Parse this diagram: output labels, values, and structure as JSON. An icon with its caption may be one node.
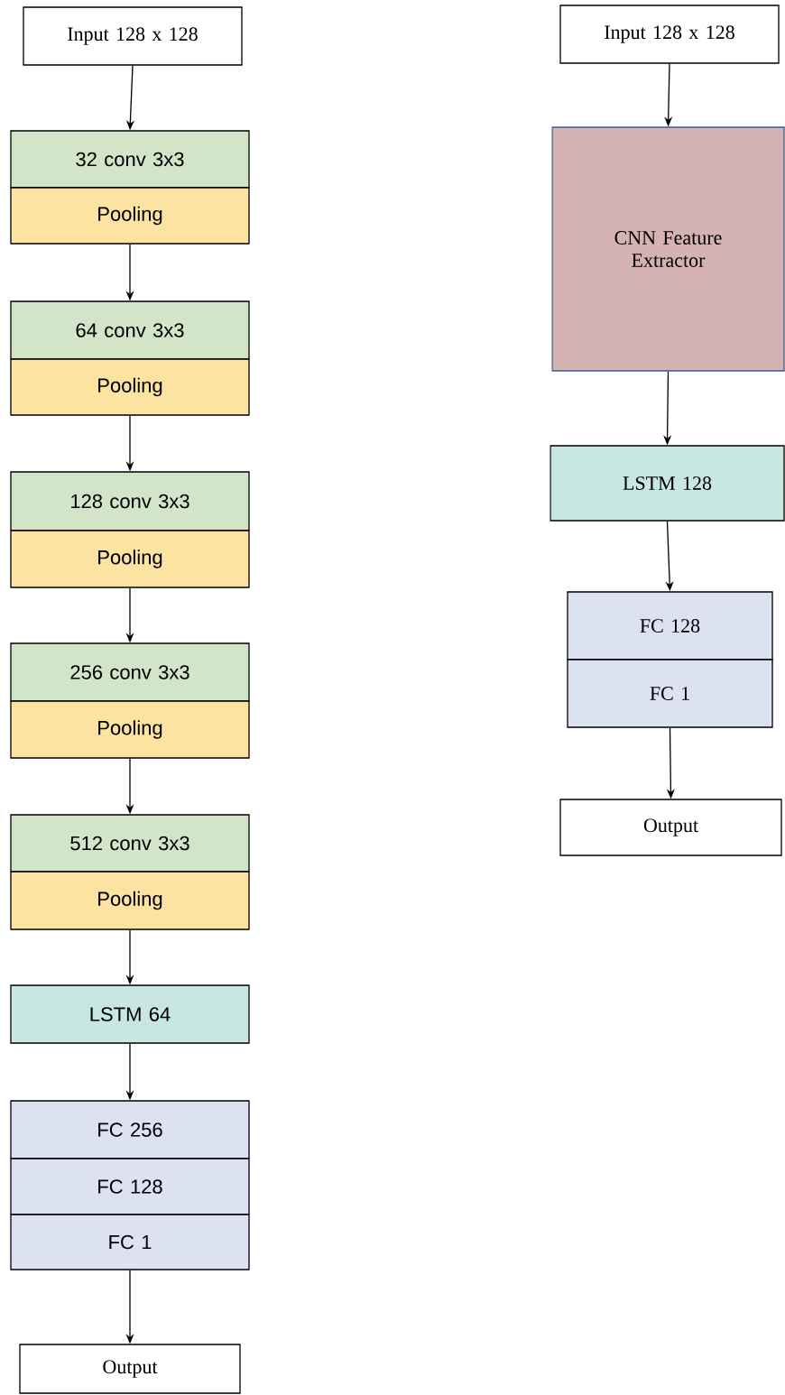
{
  "diagram": {
    "nodes": [
      {
        "text": [
          "Input 128 x 128"
        ]
      },
      {
        "text": [
          "32 conv 3x3"
        ]
      },
      {
        "text": [
          "Pooling"
        ]
      },
      {
        "text": [
          "64 conv 3x3"
        ]
      },
      {
        "text": [
          "Pooling"
        ]
      },
      {
        "text": [
          "128 conv 3x3"
        ]
      },
      {
        "text": [
          "Pooling"
        ]
      },
      {
        "text": [
          "256 conv 3x3"
        ]
      },
      {
        "text": [
          "Pooling"
        ]
      },
      {
        "text": [
          "512 conv 3x3"
        ]
      },
      {
        "text": [
          "Pooling"
        ]
      },
      {
        "text": [
          "LSTM 64"
        ]
      },
      {
        "text": [
          "FC 256"
        ]
      },
      {
        "text": [
          "FC 128"
        ]
      },
      {
        "text": [
          "FC 1"
        ]
      },
      {
        "text": [
          "Output"
        ]
      },
      {
        "text": [
          "Input 128 x 128"
        ]
      },
      {
        "text": [
          "CNN Feature Extractor"
        ]
      },
      {
        "text": [
          "LSTM 128"
        ]
      },
      {
        "text": [
          "FC 128"
        ]
      },
      {
        "text": [
          "FC 1"
        ]
      },
      {
        "text": [
          "Output"
        ]
      }
    ],
    "edges": [
      {
        "from": 0,
        "to": 1,
        "arrow": "to"
      },
      {
        "from": 2,
        "to": 3,
        "arrow": "to"
      },
      {
        "from": 4,
        "to": 5,
        "arrow": "to"
      },
      {
        "from": 6,
        "to": 7,
        "arrow": "to"
      },
      {
        "from": 8,
        "to": 9,
        "arrow": "to"
      },
      {
        "from": 10,
        "to": 11,
        "arrow": "to"
      },
      {
        "from": 11,
        "to": 12,
        "arrow": "to"
      },
      {
        "from": 14,
        "to": 15,
        "arrow": "to"
      },
      {
        "from": 16,
        "to": 17,
        "arrow": "to"
      },
      {
        "from": 17,
        "to": 18,
        "arrow": "to"
      },
      {
        "from": 18,
        "to": 19,
        "arrow": "to"
      },
      {
        "from": 20,
        "to": 21,
        "arrow": "to"
      }
    ]
  }
}
